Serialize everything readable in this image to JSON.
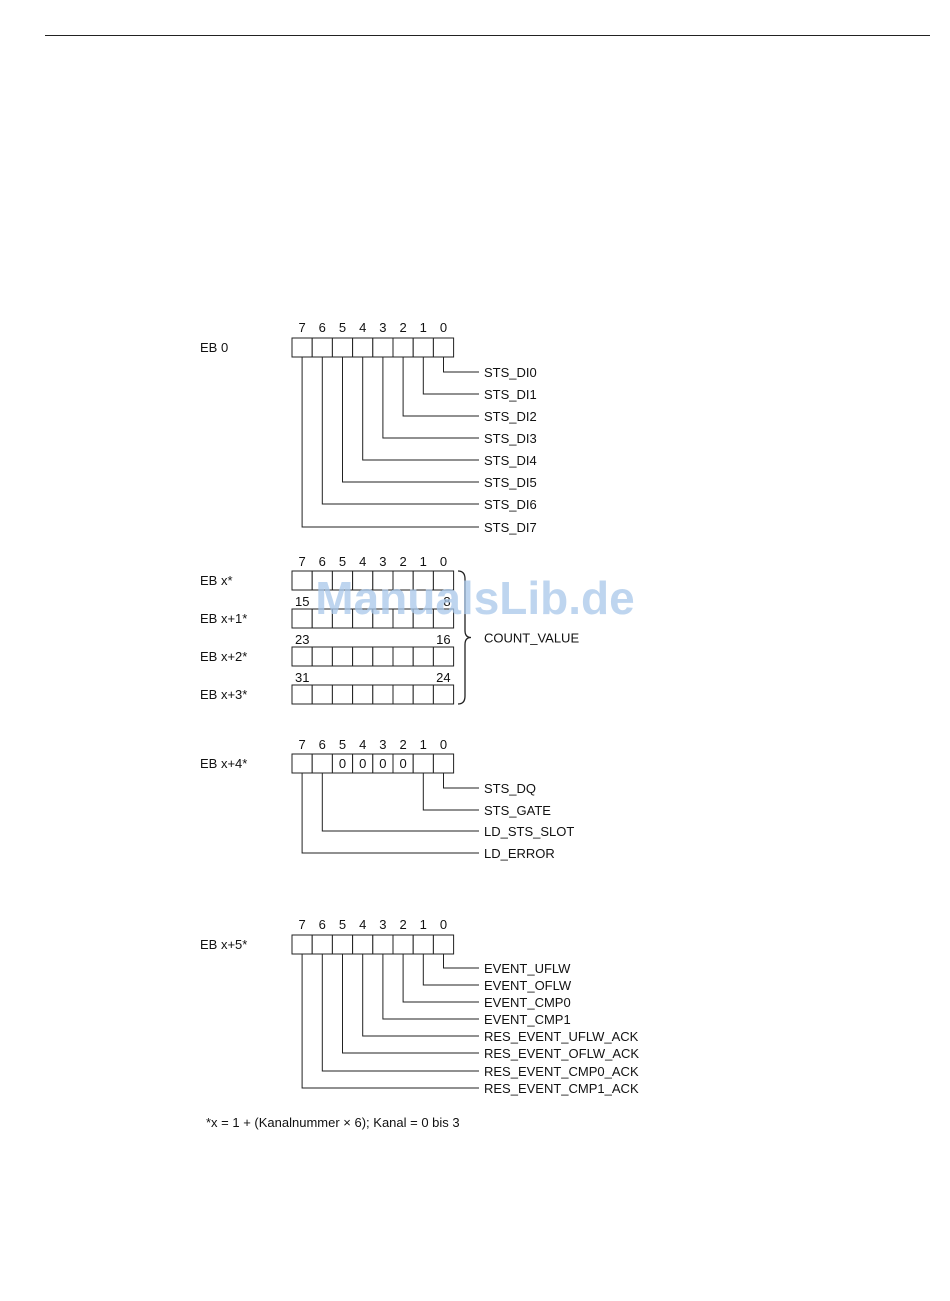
{
  "bit_numbers": [
    "7",
    "6",
    "5",
    "4",
    "3",
    "2",
    "1",
    "0"
  ],
  "sections": [
    {
      "rows": [
        {
          "label": "EB 0",
          "cells": [
            "",
            "",
            "",
            "",
            "",
            "",
            "",
            ""
          ]
        }
      ],
      "signals": [
        "STS_DI0",
        "STS_DI1",
        "STS_DI2",
        "STS_DI3",
        "STS_DI4",
        "STS_DI5",
        "STS_DI6",
        "STS_DI7"
      ]
    },
    {
      "rows": [
        {
          "label": "EB x*",
          "cells": [
            "",
            "",
            "",
            "",
            "",
            "",
            "",
            ""
          ],
          "range": [
            "",
            ""
          ]
        },
        {
          "label": "EB x+1*",
          "cells": [
            "",
            "",
            "",
            "",
            "",
            "",
            "",
            ""
          ],
          "range": [
            "15",
            "8"
          ]
        },
        {
          "label": "EB x+2*",
          "cells": [
            "",
            "",
            "",
            "",
            "",
            "",
            "",
            ""
          ],
          "range": [
            "23",
            "16"
          ]
        },
        {
          "label": "EB x+3*",
          "cells": [
            "",
            "",
            "",
            "",
            "",
            "",
            "",
            ""
          ],
          "range": [
            "31",
            "24"
          ]
        }
      ],
      "group_label": "COUNT_VALUE"
    },
    {
      "rows": [
        {
          "label": "EB x+4*",
          "cells": [
            "",
            "",
            "0",
            "0",
            "0",
            "0",
            "",
            ""
          ]
        }
      ],
      "signals": [
        "STS_DQ",
        "STS_GATE",
        "LD_STS_SLOT",
        "LD_ERROR"
      ]
    },
    {
      "rows": [
        {
          "label": "EB x+5*",
          "cells": [
            "",
            "",
            "",
            "",
            "",
            "",
            "",
            ""
          ]
        }
      ],
      "signals": [
        "EVENT_UFLW",
        "EVENT_OFLW",
        "EVENT_CMP0",
        "EVENT_CMP1",
        "RES_EVENT_UFLW_ACK",
        "RES_EVENT_OFLW_ACK",
        "RES_EVENT_CMP0_ACK",
        "RES_EVENT_CMP1_ACK"
      ]
    }
  ],
  "footnote": "*x = 1 + (Kanalnummer × 6); Kanal = 0 bis 3",
  "watermark": "ManualsLib.de"
}
